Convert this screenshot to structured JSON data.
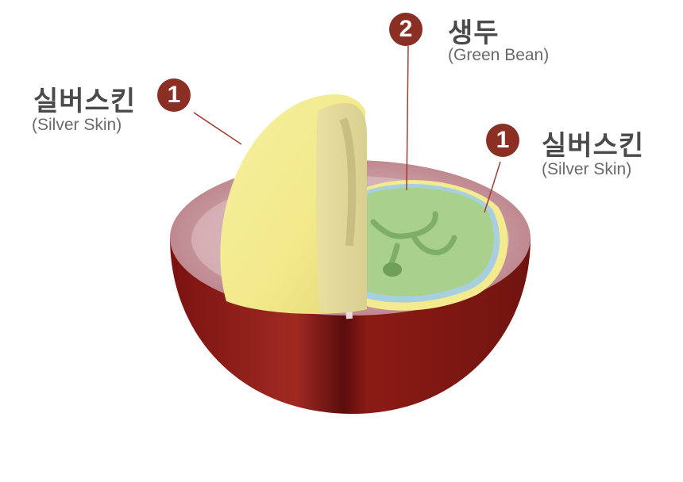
{
  "colors": {
    "badge": "#8b2e23",
    "text_primary": "#4a4a4a",
    "text_secondary": "#6a6a6a",
    "leader_line": "#a33a30",
    "silver_skin": "#f4eb8f",
    "green_bean": "#a9d18b",
    "cherry_skin": "#8c1a14",
    "pulp": "#c79aa0"
  },
  "labels": {
    "silver_left": {
      "number": "1",
      "korean": "실버스킨",
      "english": "(Silver Skin)"
    },
    "green_bean": {
      "number": "2",
      "korean": "생두",
      "english": "(Green Bean)"
    },
    "silver_right": {
      "number": "1",
      "korean": "실버스킨",
      "english": "(Silver Skin)"
    }
  }
}
